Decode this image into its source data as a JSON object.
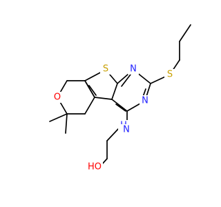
{
  "molecule": {
    "atoms": {
      "S_thiophene": {
        "label": "S",
        "color": "#C8A000"
      },
      "N_upper": {
        "label": "N",
        "color": "#2020FF"
      },
      "N_lower": {
        "label": "N",
        "color": "#2020FF"
      },
      "S_propyl": {
        "label": "S",
        "color": "#C8A000"
      },
      "O_pyran": {
        "label": "O",
        "color": "#FF0000"
      },
      "NH_amine": {
        "label": "H",
        "color": "#2020FF"
      },
      "N_amine": {
        "label": "N",
        "color": "#2020FF"
      },
      "OH_hydroxyl": {
        "label": "HO",
        "color": "#FF0000"
      }
    },
    "bond_color": "#000000",
    "background": "#ffffff"
  }
}
